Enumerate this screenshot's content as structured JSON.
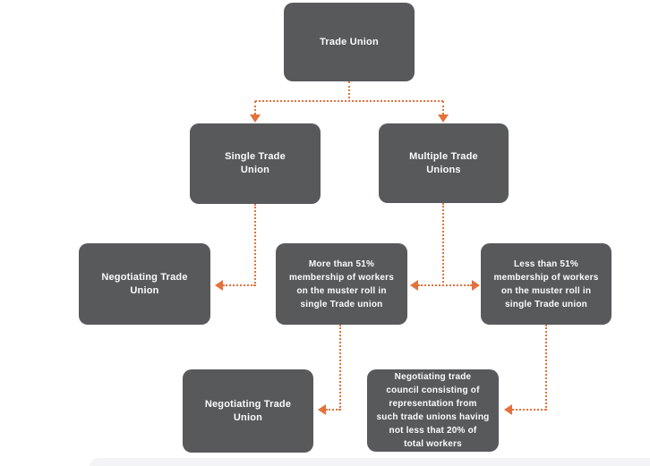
{
  "diagram": {
    "type": "flowchart",
    "background_color": "#ffffff",
    "node_fill_color": "#58595b",
    "node_text_color": "#fcfcfc",
    "connector_color": "#e4713c",
    "connector_style": "dotted-arrow",
    "nodes": [
      {
        "id": "trade-union",
        "label": "Trade Union"
      },
      {
        "id": "single-trade-union",
        "label": "Single Trade\nUnion"
      },
      {
        "id": "multiple-trade-unions",
        "label": "Multiple Trade\nUnions"
      },
      {
        "id": "negotiating-trade-union-left",
        "label": "Negotiating Trade\nUnion"
      },
      {
        "id": "more-than-51-membership",
        "label": "More than 51%\nmembership of workers\non the muster roll in\nsingle Trade union"
      },
      {
        "id": "less-than-51-membership",
        "label": "Less than 51%\nmembership of workers\non the muster roll in\nsingle Trade union"
      },
      {
        "id": "negotiating-trade-union-bottom",
        "label": "Negotiating Trade\nUnion"
      },
      {
        "id": "negotiating-trade-council",
        "label": "Negotiating trade\ncouncil consisting of\nrepresentation from\nsuch trade unions having\nnot less that 20% of\ntotal workers"
      }
    ],
    "edges": [
      {
        "from": "trade-union",
        "to": "single-trade-union"
      },
      {
        "from": "trade-union",
        "to": "multiple-trade-unions"
      },
      {
        "from": "single-trade-union",
        "to": "negotiating-trade-union-left"
      },
      {
        "from": "multiple-trade-unions",
        "to": "more-than-51-membership"
      },
      {
        "from": "multiple-trade-unions",
        "to": "less-than-51-membership"
      },
      {
        "from": "more-than-51-membership",
        "to": "negotiating-trade-union-bottom"
      },
      {
        "from": "less-than-51-membership",
        "to": "negotiating-trade-council"
      }
    ]
  }
}
